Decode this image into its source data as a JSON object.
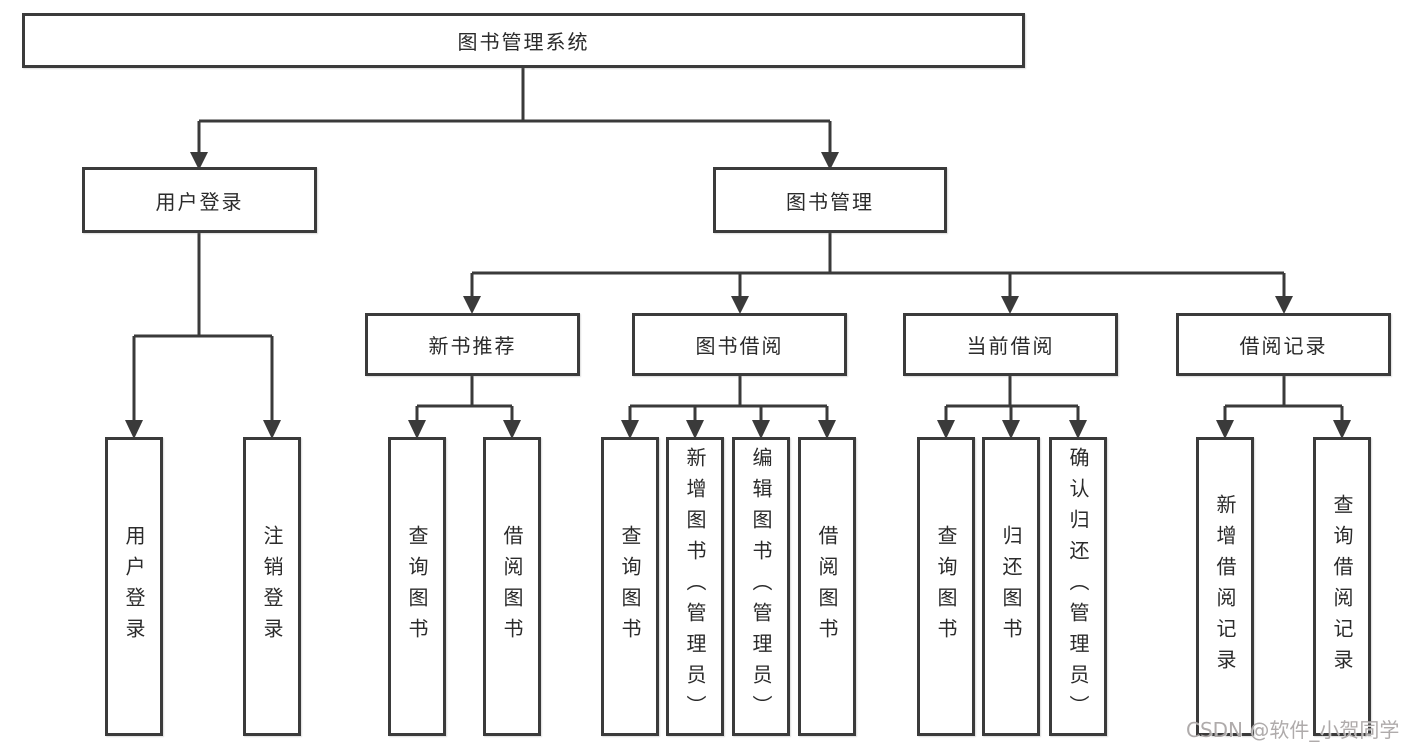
{
  "tree": {
    "label": "图书管理系统",
    "children": [
      {
        "label": "用户登录",
        "children": [
          {
            "label": "用户登录"
          },
          {
            "label": "注销登录"
          }
        ]
      },
      {
        "label": "图书管理",
        "children": [
          {
            "label": "新书推荐",
            "children": [
              {
                "label": "查询图书"
              },
              {
                "label": "借阅图书"
              }
            ]
          },
          {
            "label": "图书借阅",
            "children": [
              {
                "label": "查询图书"
              },
              {
                "label": "新增图书（管理员）"
              },
              {
                "label": "编辑图书（管理员）"
              },
              {
                "label": "借阅图书"
              }
            ]
          },
          {
            "label": "当前借阅",
            "children": [
              {
                "label": "查询图书"
              },
              {
                "label": "归还图书"
              },
              {
                "label": "确认归还（管理员）"
              }
            ]
          },
          {
            "label": "借阅记录",
            "children": [
              {
                "label": "新增借阅记录"
              },
              {
                "label": "查询借阅记录"
              }
            ]
          }
        ]
      }
    ]
  },
  "watermark": "CSDN @软件_小贺同学",
  "colors": {
    "line": "#3a3a3a",
    "box_border": "#3b3b3b",
    "text": "#2b2b2b",
    "watermark": "#aba7a7",
    "background": "#ffffff"
  }
}
